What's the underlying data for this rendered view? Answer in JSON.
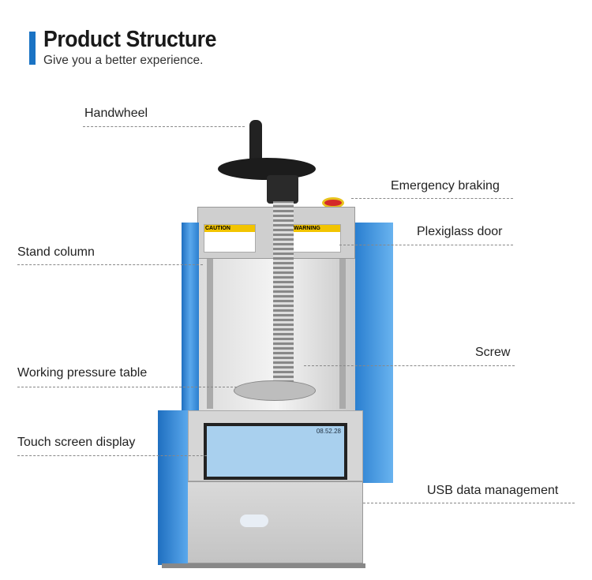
{
  "header": {
    "title": "Product Structure",
    "subtitle": "Give you a better experience."
  },
  "labels": {
    "handwheel": "Handwheel",
    "emergency_braking": "Emergency braking",
    "plexiglass_door": "Plexiglass door",
    "stand_column": "Stand column",
    "screw": "Screw",
    "working_pressure_table": "Working pressure table",
    "touch_screen_display": "Touch screen display",
    "usb_data_management": "USB data management"
  },
  "machine": {
    "caution_label": "CAUTION",
    "warning_label": "WARNING",
    "screen_time": "08.52.28"
  },
  "colors": {
    "accent": "#1a73c4",
    "frame": "#3d8fd6"
  }
}
